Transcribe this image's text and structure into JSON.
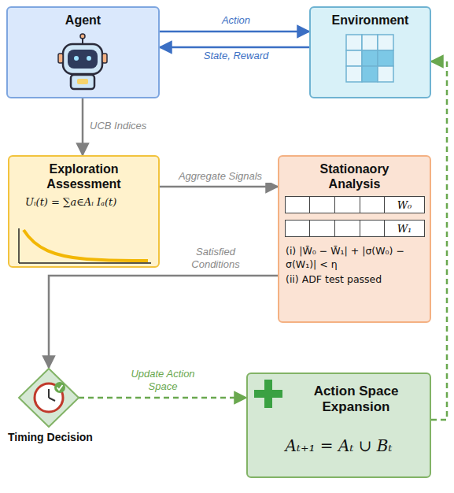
{
  "diagram": {
    "nodes": [
      {
        "text": [
          "Agent"
        ]
      },
      {
        "text": [
          "Environment"
        ]
      },
      {
        "text": [
          "Exploration Assessment",
          "Uᵢ(t) = ∑a∈Aᵢ Iₐ(t)"
        ]
      },
      {
        "text": [
          "Stationaory Analysis",
          "W₀",
          "W₁",
          "(i) |W̄₀ − W̄₁| + |σ(W₀) − σ(W₁)| < η",
          "(ii) ADF test passed"
        ]
      },
      {
        "text": [
          "Timing Decision"
        ]
      },
      {
        "text": [
          "Action Space Expansion",
          "Aₜ₊₁ = Aₜ ∪ Bₜ"
        ]
      }
    ],
    "edges": [
      {
        "from": 0,
        "to": 1,
        "label": "Action",
        "arrow": "to"
      },
      {
        "from": 1,
        "to": 0,
        "label": "State, Reward",
        "arrow": "to"
      },
      {
        "from": 0,
        "to": 2,
        "label": "UCB Indices",
        "arrow": "to"
      },
      {
        "from": 2,
        "to": 3,
        "label": "Aggregate Signals",
        "arrow": "to"
      },
      {
        "from": 3,
        "to": 4,
        "label": "Satisfied Conditions",
        "arrow": "to"
      },
      {
        "from": 4,
        "to": 5,
        "label": "Update Action Space",
        "arrow": "to"
      },
      {
        "from": 5,
        "to": 1,
        "arrow": "to"
      }
    ]
  }
}
